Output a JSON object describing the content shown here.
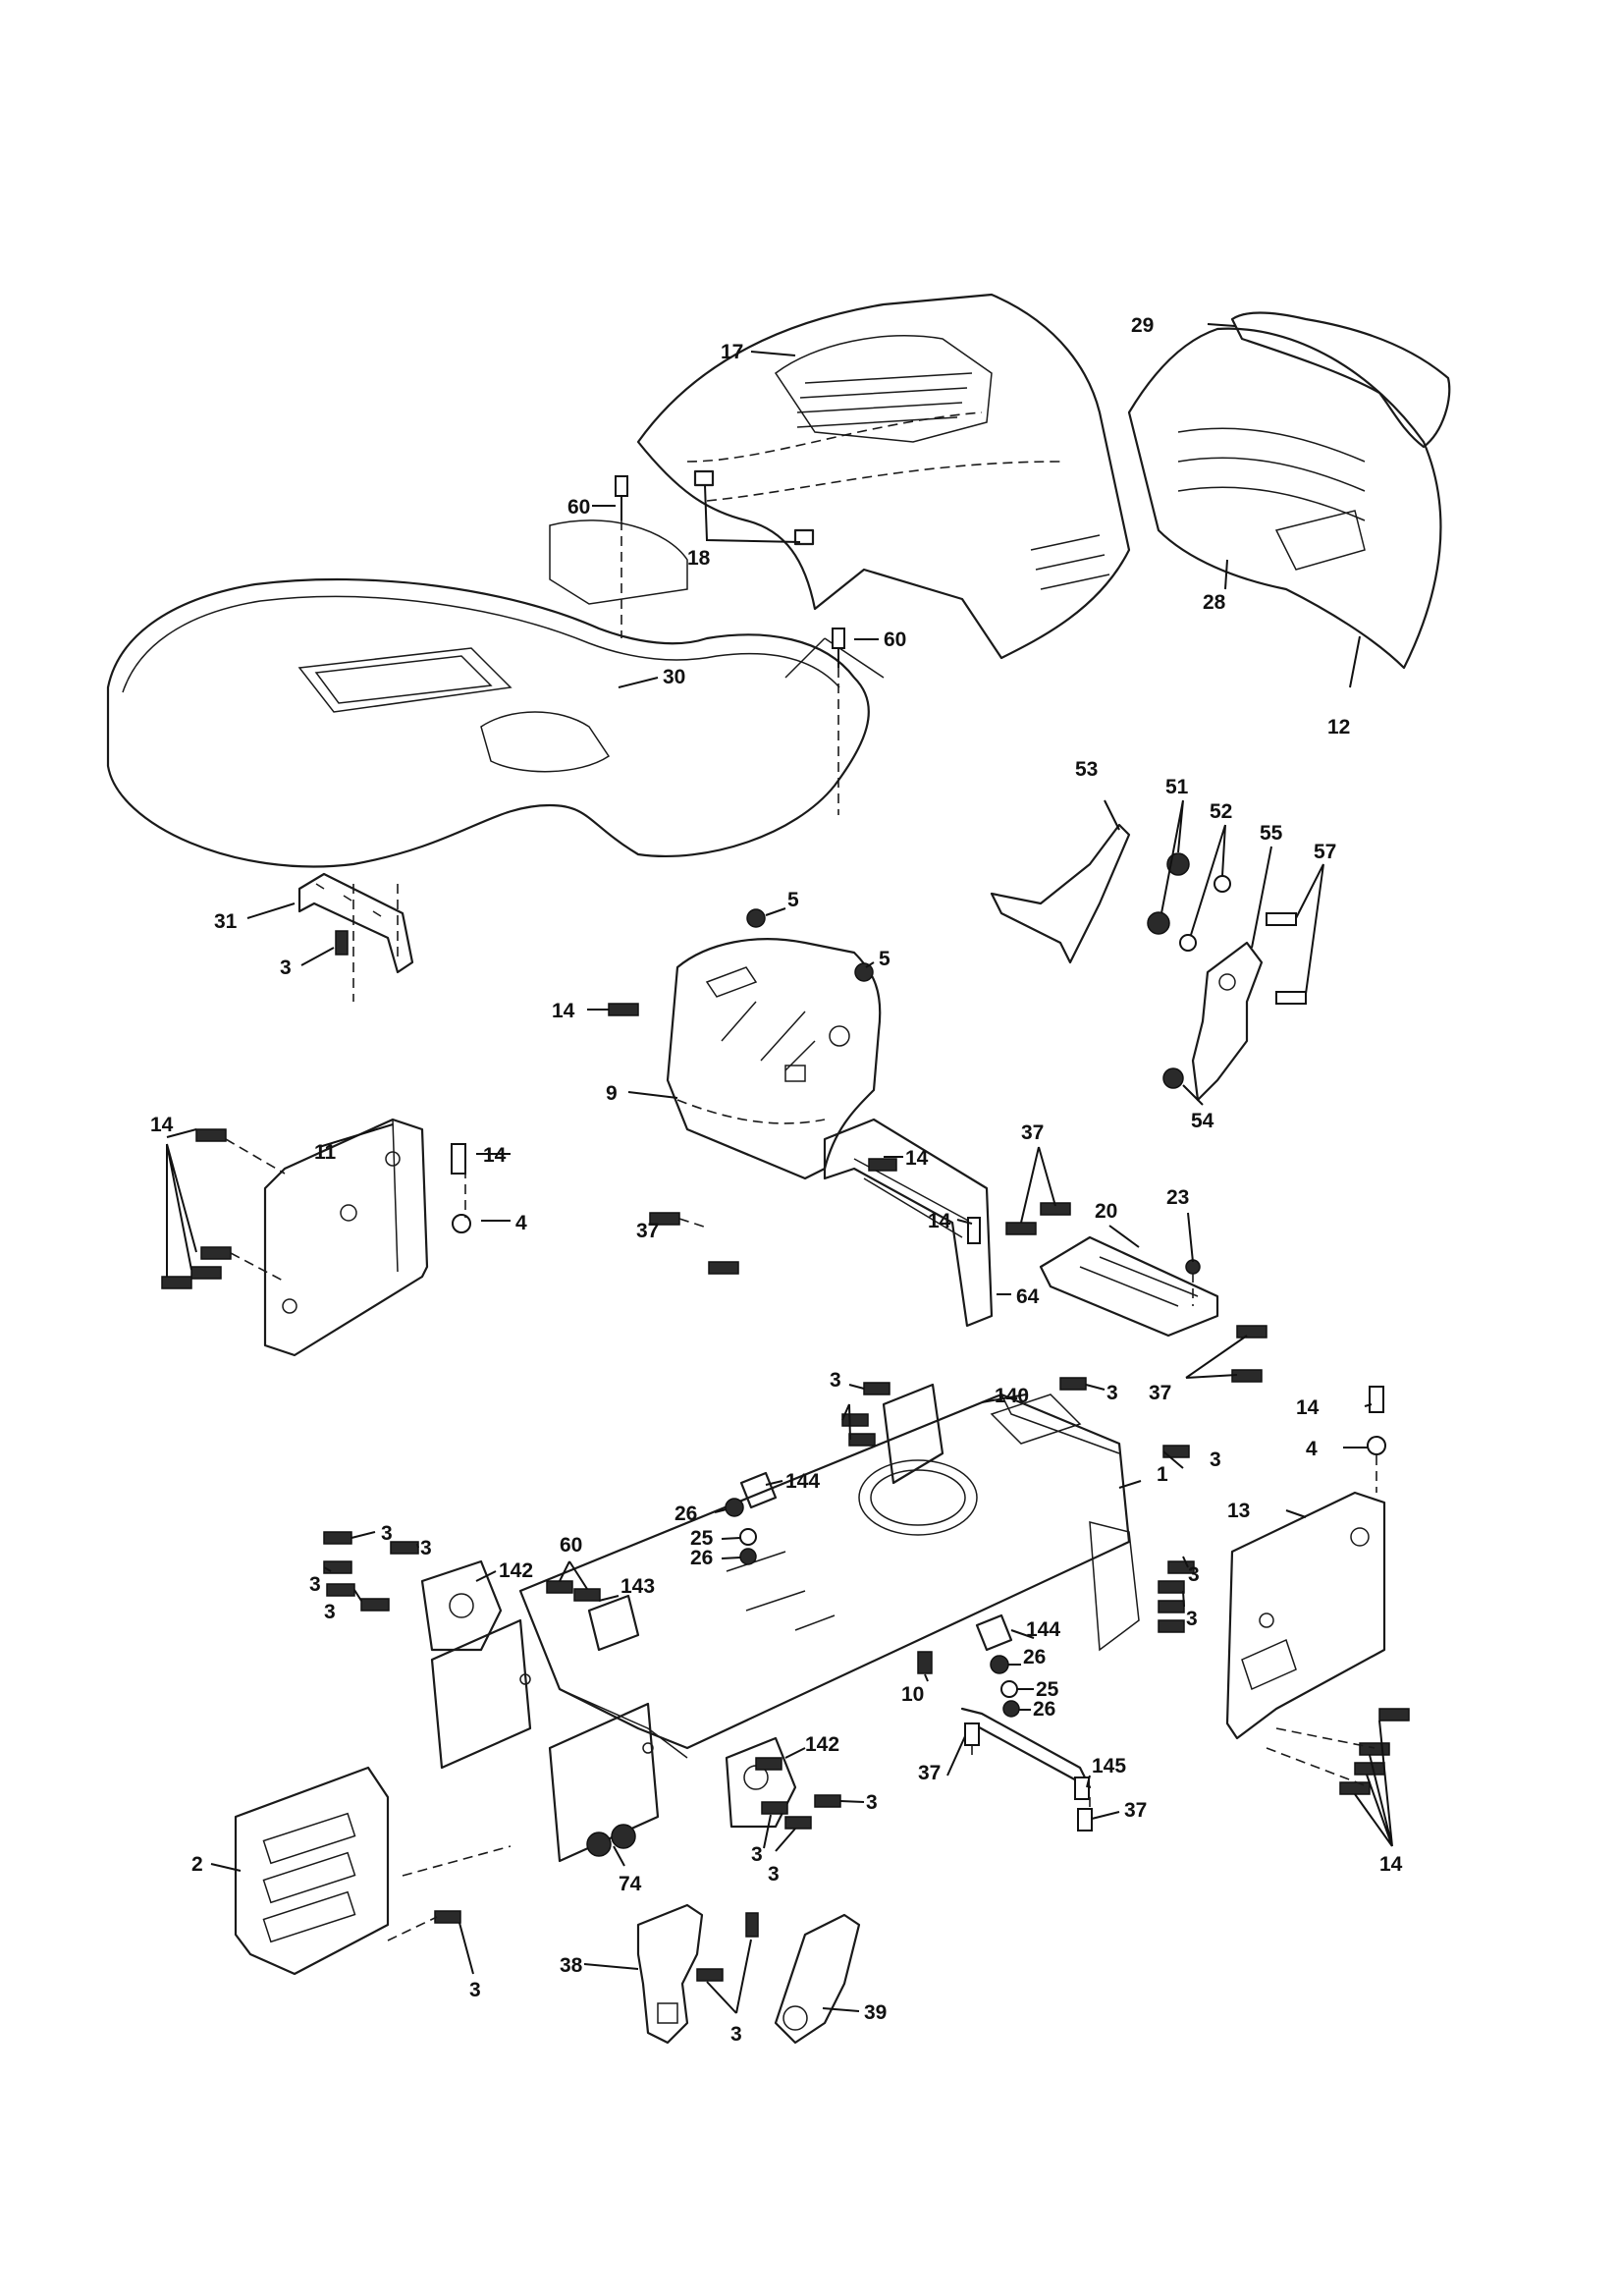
{
  "callouts": {
    "c1": "1",
    "c2": "2",
    "c3": "3",
    "c4": "4",
    "c5": "5",
    "c9": "9",
    "c10": "10",
    "c11": "11",
    "c12": "12",
    "c13": "13",
    "c14": "14",
    "c17": "17",
    "c18": "18",
    "c20": "20",
    "c23": "23",
    "c25": "25",
    "c26": "26",
    "c28": "28",
    "c29": "29",
    "c30": "30",
    "c31": "31",
    "c37": "37",
    "c38": "38",
    "c39": "39",
    "c51": "51",
    "c52": "52",
    "c53": "53",
    "c54": "54",
    "c55": "55",
    "c57": "57",
    "c60": "60",
    "c64": "64",
    "c74": "74",
    "c140": "140",
    "c142": "142",
    "c143": "143",
    "c144": "144",
    "c145": "145"
  }
}
